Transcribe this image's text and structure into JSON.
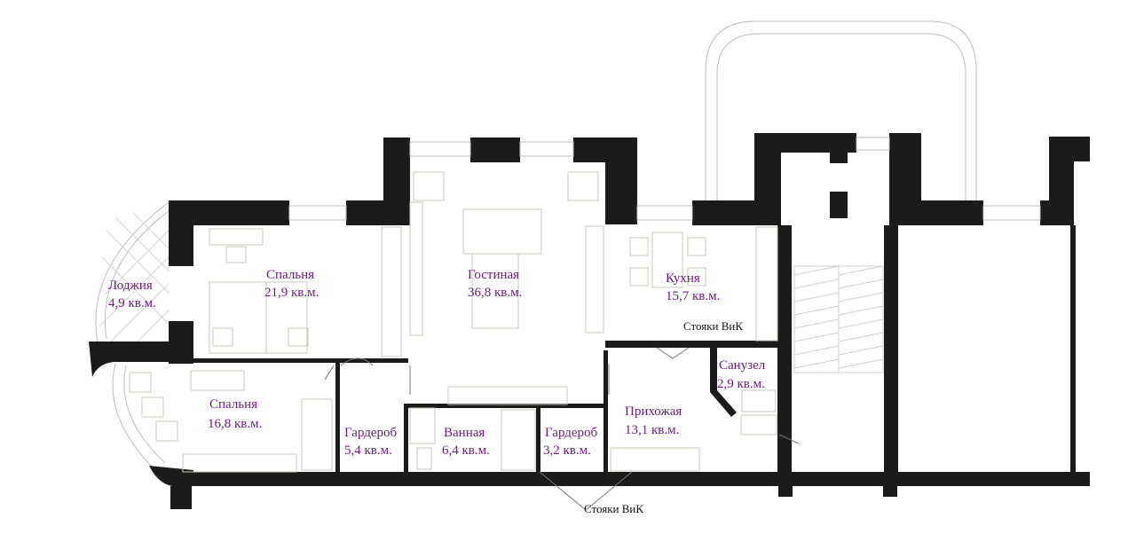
{
  "rooms": {
    "loggia": {
      "name": "Лоджия",
      "area": "4,9 кв.м."
    },
    "bedroom1": {
      "name": "Спальня",
      "area": "21,9 кв.м."
    },
    "living": {
      "name": "Гостиная",
      "area": "36,8 кв.м."
    },
    "kitchen": {
      "name": "Кухня",
      "area": "15,7 кв.м."
    },
    "bedroom2": {
      "name": "Спальня",
      "area": "16,8 кв.м."
    },
    "wardrobe1": {
      "name": "Гардероб",
      "area": "5,4 кв.м."
    },
    "bathroom": {
      "name": "Ванная",
      "area": "6,4 кв.м."
    },
    "wardrobe2": {
      "name": "Гардероб",
      "area": "3,2 кв.м."
    },
    "hallway": {
      "name": "Прихожая",
      "area": "13,1 кв.м."
    },
    "wc": {
      "name": "Санузел",
      "area": "2,9 кв.м."
    }
  },
  "notes": {
    "risers_kitchen": "Стояки ВиК",
    "risers_bottom": "Стояки ВиК"
  },
  "colors": {
    "label": "#6a1c7c",
    "wall": "#1b1b1b"
  }
}
